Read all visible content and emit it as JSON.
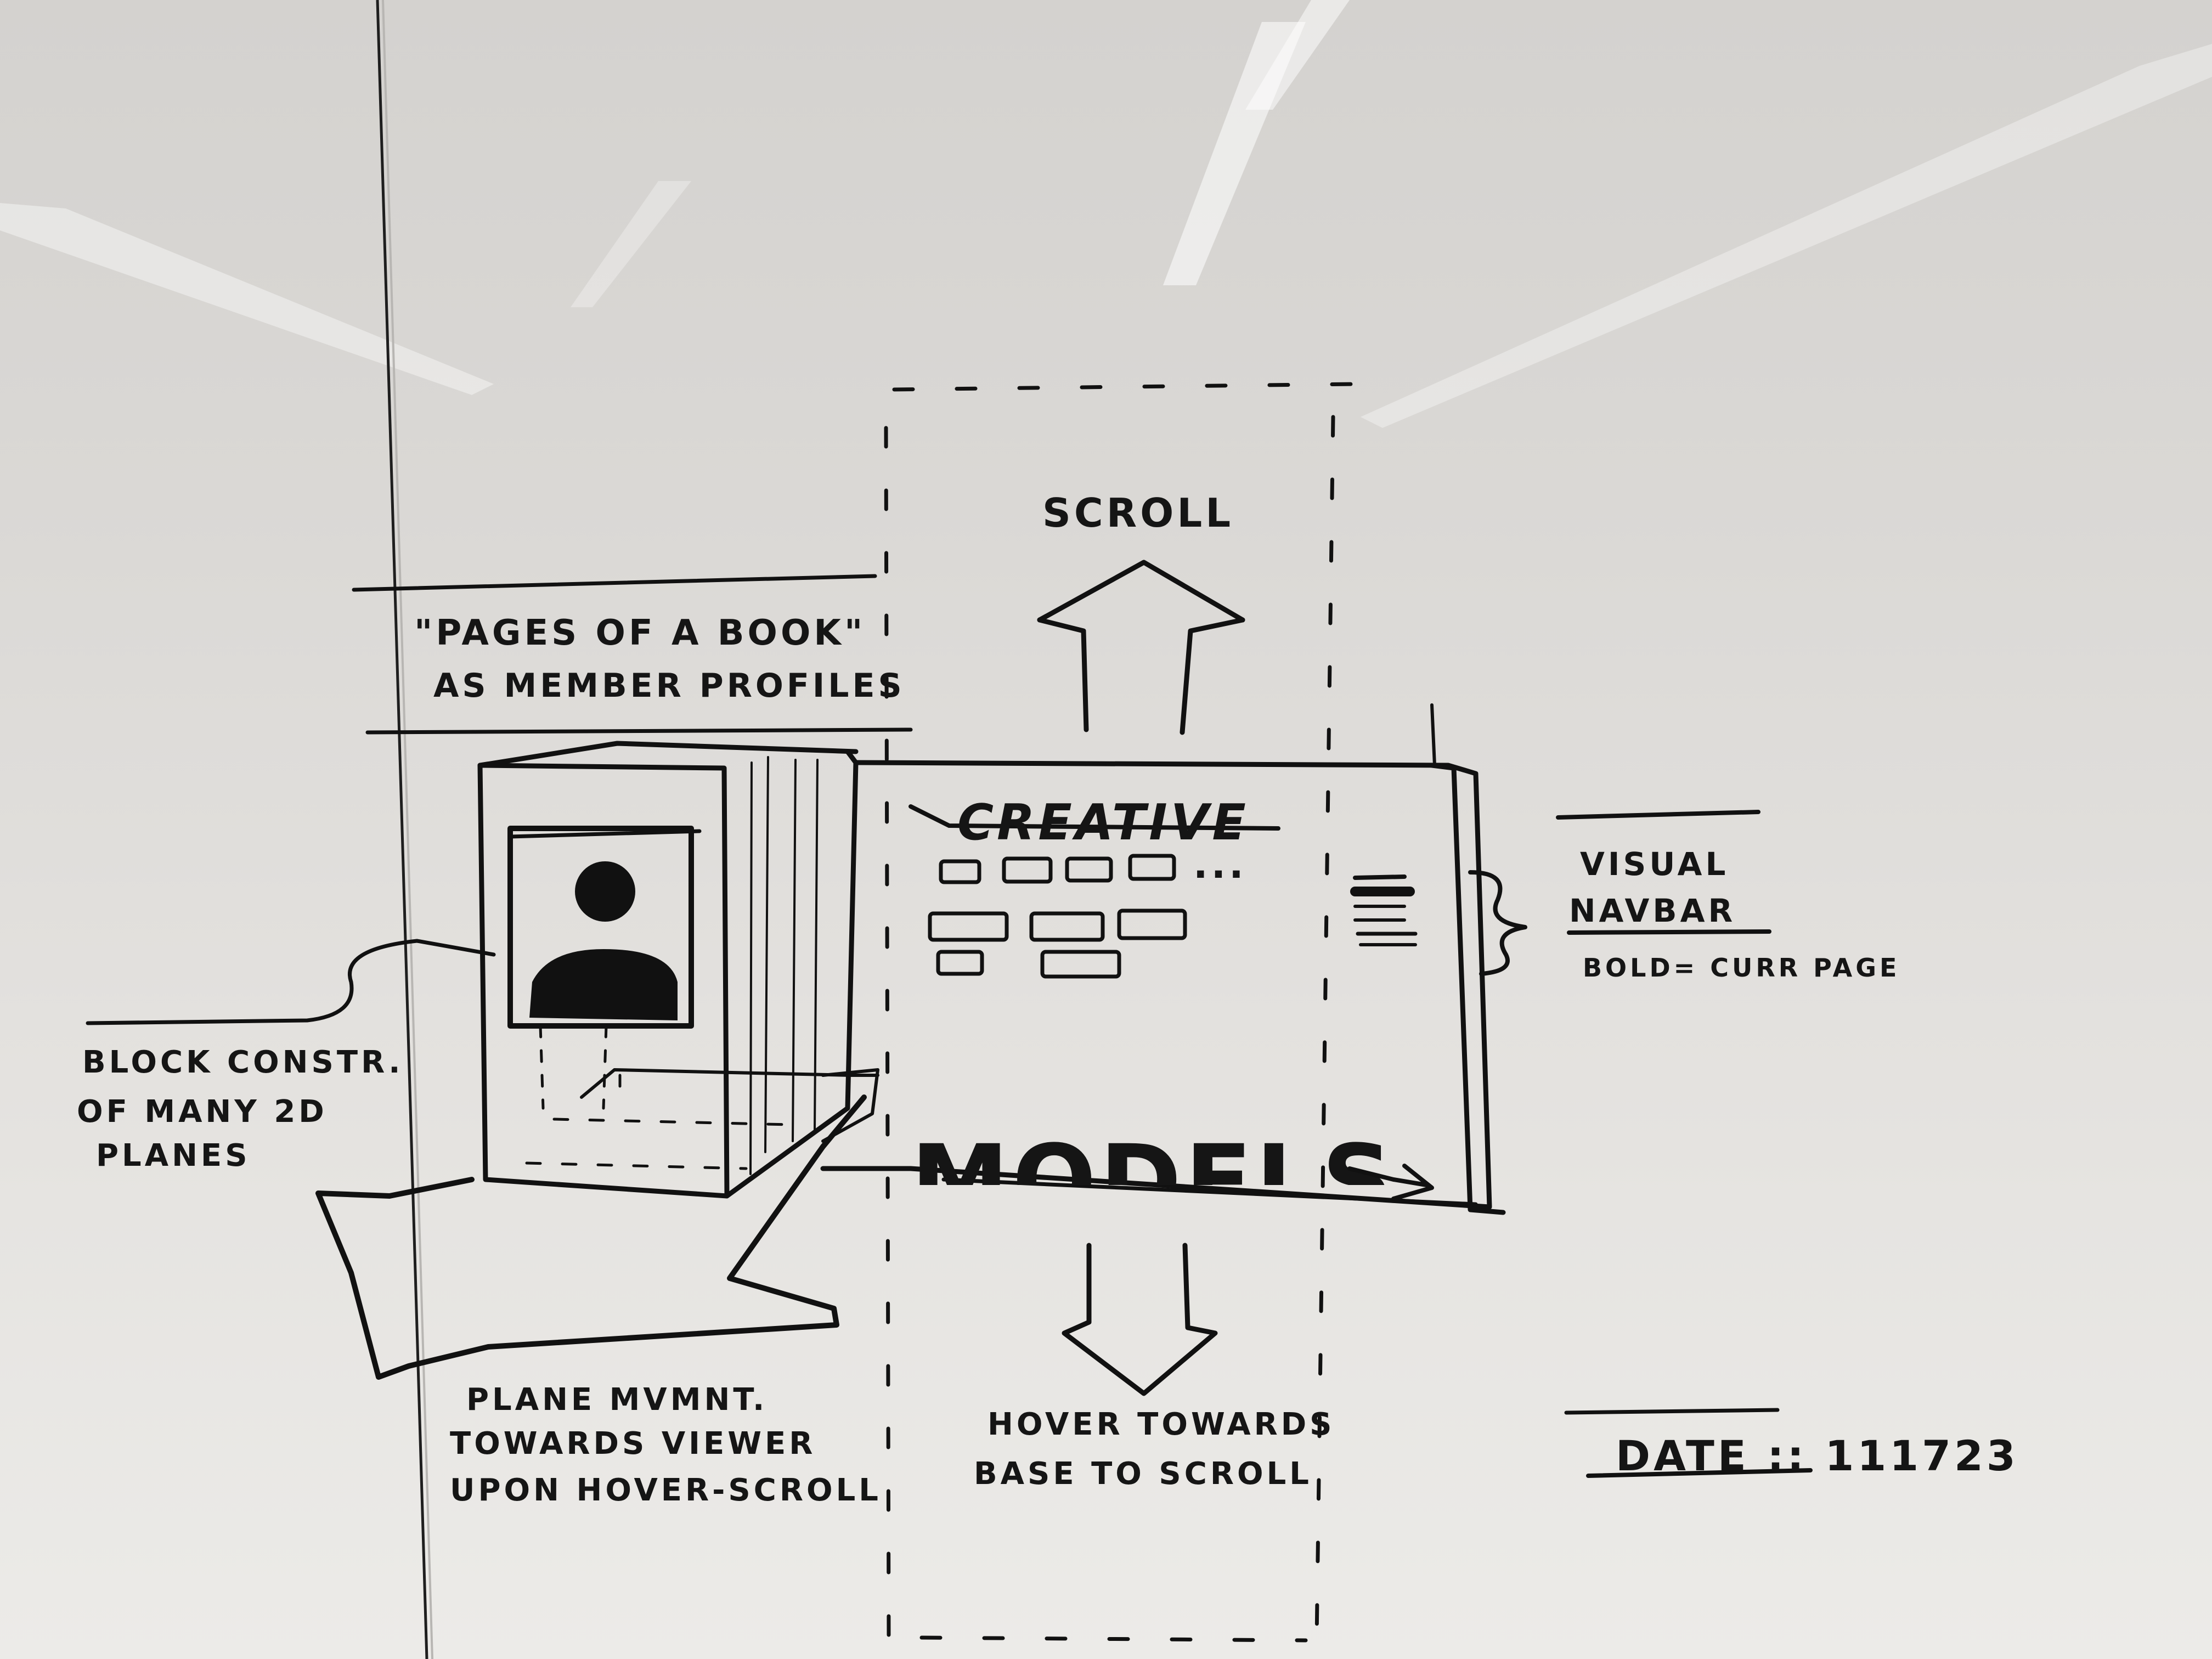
{
  "annotations": {
    "pages_of_book_line1": "\"PAGES OF A BOOK\"",
    "pages_of_book_line2": "AS MEMBER PROFILES",
    "scroll_label": "SCROLL",
    "block_constr_line1": "BLOCK CONSTR.",
    "block_constr_line2": "OF MANY 2D",
    "block_constr_line3": "PLANES",
    "plane_mvmnt_line1": "PLANE MVMNT.",
    "plane_mvmnt_line2": "TOWARDS VIEWER",
    "plane_mvmnt_line3": "UPON HOVER-SCROLL",
    "hover_line1": "HOVER TOWARDS",
    "hover_line2": "BASE TO SCROLL",
    "visual_navbar_line1": "VISUAL",
    "visual_navbar_line2": "NAVBAR",
    "bold_curr_page": "BOLD= CURR PAGE",
    "date": "DATE :: 111723"
  },
  "page_sketch": {
    "title": "CREATIVE",
    "ellipsis": "...",
    "footer_word": "MODELS"
  },
  "colors": {
    "ink": "#111111",
    "whiteboard": "#dedcd9"
  }
}
